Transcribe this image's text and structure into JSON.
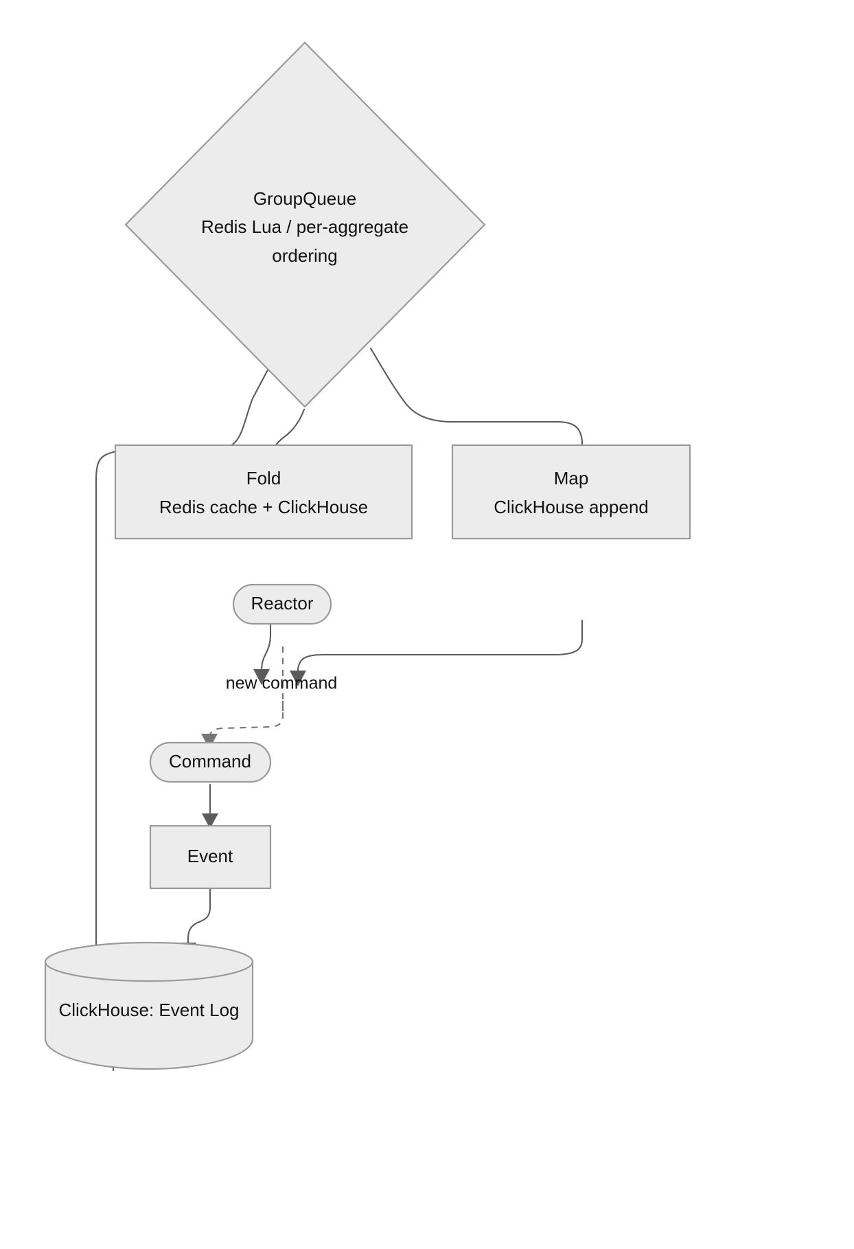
{
  "diagram": {
    "type": "flowchart",
    "background_color": "#ffffff",
    "node_fill_color": "#ececec",
    "node_stroke_color": "#9a9a9a",
    "edge_color": "#5b5b5b",
    "text_color": "#121212",
    "nodes": [
      {
        "id": "groupqueue",
        "shape": "diamond",
        "lines": [
          "GroupQueue",
          "Redis Lua / per-aggregate",
          "ordering"
        ]
      },
      {
        "id": "fold",
        "shape": "rectangle",
        "lines": [
          "Fold",
          "Redis cache + ClickHouse"
        ]
      },
      {
        "id": "map",
        "shape": "rectangle",
        "lines": [
          "Map",
          "ClickHouse append"
        ]
      },
      {
        "id": "reactor",
        "shape": "stadium",
        "lines": [
          "Reactor"
        ]
      },
      {
        "id": "command",
        "shape": "stadium",
        "lines": [
          "Command"
        ]
      },
      {
        "id": "event",
        "shape": "rectangle",
        "lines": [
          "Event"
        ]
      },
      {
        "id": "clickhouse",
        "shape": "cylinder",
        "lines": [
          "ClickHouse: Event Log"
        ]
      }
    ],
    "edges": [
      {
        "id": "gq-to-fold",
        "from": "groupqueue",
        "to": "fold",
        "style": "solid",
        "label": ""
      },
      {
        "id": "gq-to-map",
        "from": "groupqueue",
        "to": "map",
        "style": "solid",
        "label": ""
      },
      {
        "id": "fold-to-reactor",
        "from": "fold",
        "to": "reactor",
        "style": "solid",
        "label": ""
      },
      {
        "id": "map-to-reactor",
        "from": "map",
        "to": "reactor",
        "style": "solid",
        "label": ""
      },
      {
        "id": "reactor-to-command",
        "from": "reactor",
        "to": "command",
        "style": "dashed",
        "label": "new command"
      },
      {
        "id": "command-to-event",
        "from": "command",
        "to": "event",
        "style": "solid",
        "label": ""
      },
      {
        "id": "event-to-db",
        "from": "event",
        "to": "clickhouse",
        "style": "solid",
        "label": ""
      },
      {
        "id": "db-to-groupqueue",
        "from": "clickhouse",
        "to": "groupqueue",
        "style": "solid",
        "label": ""
      }
    ]
  },
  "labels": {
    "groupqueue_l1": "GroupQueue",
    "groupqueue_l2": "Redis Lua / per-aggregate",
    "groupqueue_l3": "ordering",
    "fold_l1": "Fold",
    "fold_l2": "Redis cache + ClickHouse",
    "map_l1": "Map",
    "map_l2": "ClickHouse append",
    "reactor_l1": "Reactor",
    "command_l1": "Command",
    "event_l1": "Event",
    "clickhouse_l1": "ClickHouse: Event Log",
    "edge_new_command": "new command"
  }
}
